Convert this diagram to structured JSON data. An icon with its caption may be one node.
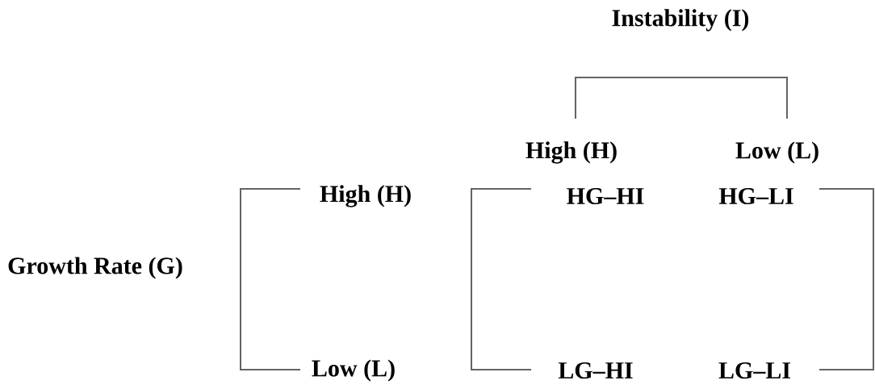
{
  "diagram": {
    "labels": [
      "Instability (I)",
      "High (H)",
      "Low (L)",
      "High (H)",
      "HG–HI",
      "HG–LI",
      "Growth Rate (G)",
      "Low (L)",
      "LG–HI",
      "LG–LI"
    ]
  }
}
